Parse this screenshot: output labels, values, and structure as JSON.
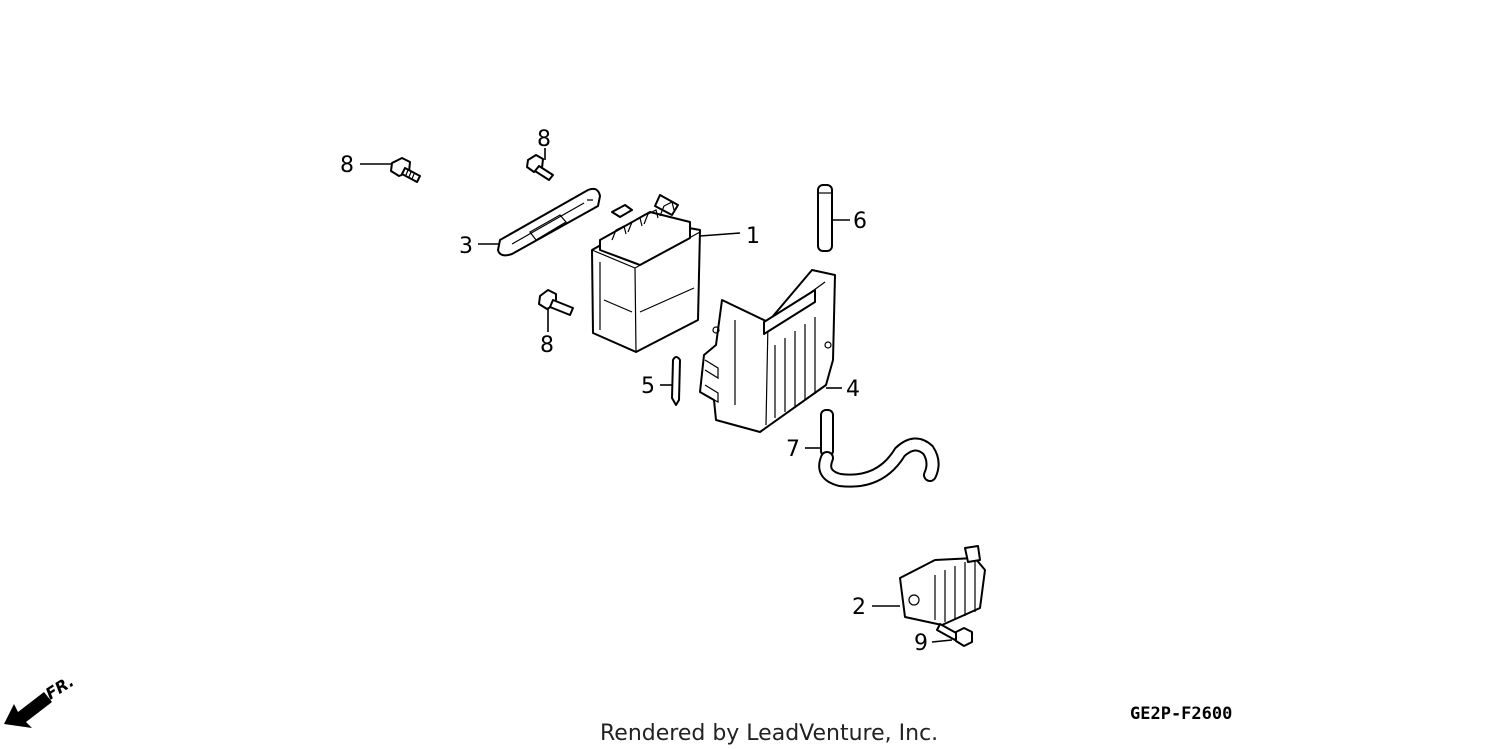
{
  "diagram_code": "GE2P-F2600",
  "credit": "Rendered by LeadVenture, Inc.",
  "direction_marker": "FR.",
  "callouts": {
    "battery": "1",
    "regulator": "2",
    "battery_band": "3",
    "battery_case": "4",
    "clip": "5",
    "tube_upper": "6",
    "breather_tube": "7",
    "bolt_left": "8",
    "bolt_top": "8",
    "bolt_mid": "8",
    "bolt_regulator": "9"
  }
}
